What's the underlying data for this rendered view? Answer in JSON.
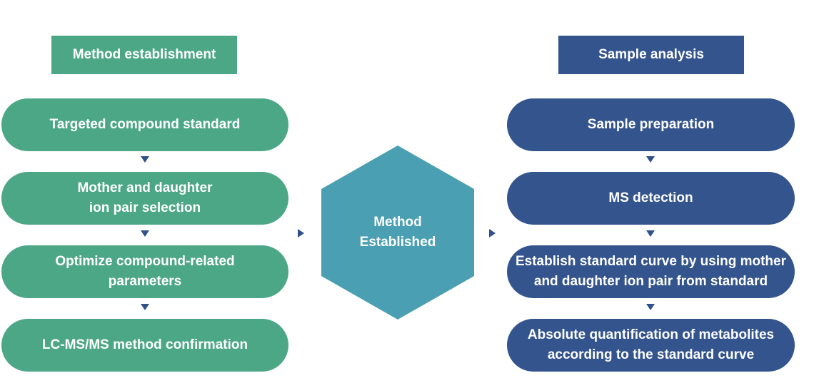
{
  "left_column": {
    "header": "Method establishment",
    "steps": [
      "Targeted compound standard",
      "Mother and daughter ion pair selection",
      "Optimize compound-related parameters",
      "LC-MS/MS method confirmation"
    ]
  },
  "center": {
    "label_line1": "Method",
    "label_line2": "Established"
  },
  "right_column": {
    "header": "Sample analysis",
    "steps": [
      "Sample preparation",
      "MS detection",
      "Establish standard curve by using mother and daughter ion pair from standard",
      "Absolute quantification of metabolites according to the standard curve"
    ]
  },
  "colors": {
    "green": "#4ca787",
    "teal": "#4a9fb2",
    "navy": "#33548c",
    "arrow": "#2f5089"
  }
}
